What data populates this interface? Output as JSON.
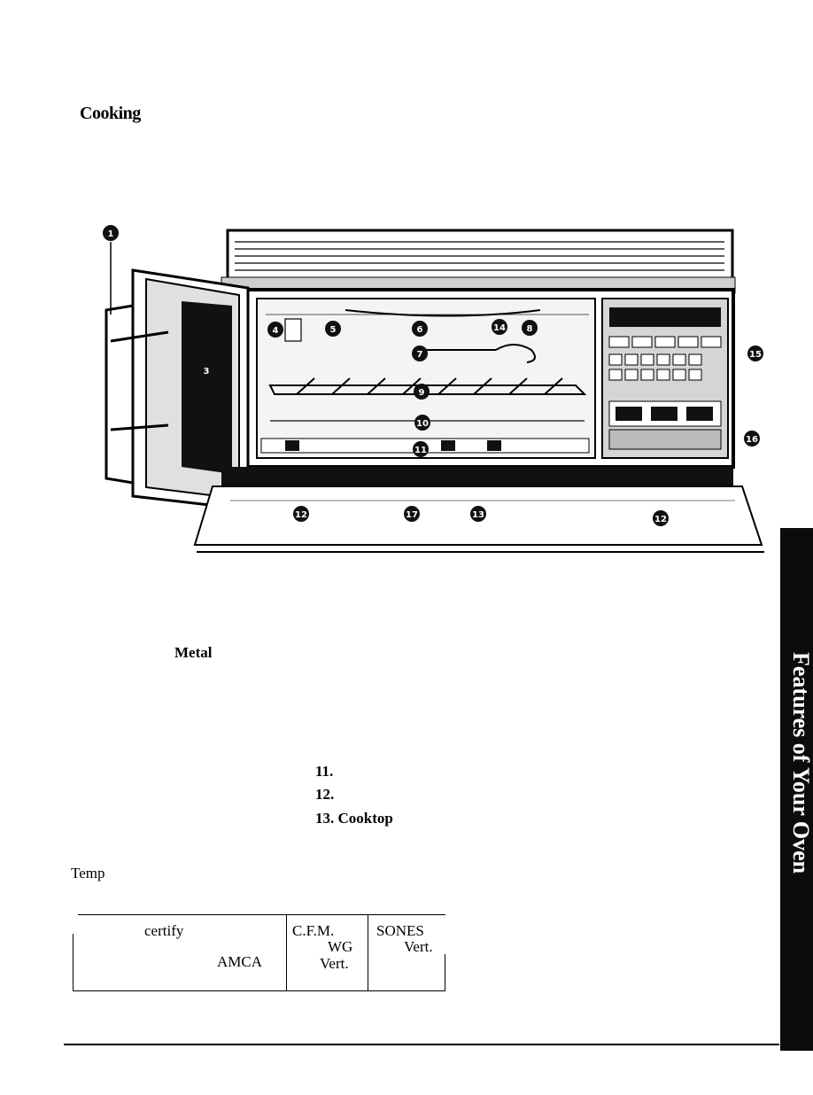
{
  "page": {
    "heading": "Cooking",
    "side_tab_text": "Features of Your Oven"
  },
  "figure": {
    "callouts": [
      "1",
      "3",
      "4",
      "5",
      "6",
      "7",
      "8",
      "9",
      "10",
      "11",
      "12",
      "17",
      "13",
      "12",
      "14",
      "15",
      "16"
    ]
  },
  "labels": {
    "metal": "Metal",
    "item_11": "11.",
    "item_12": "12.",
    "item_13": "13. Cooktop",
    "temp": "Temp"
  },
  "table": {
    "certify": "certify",
    "amca": "AMCA",
    "cfm": "C.F.M.",
    "wg": "WG",
    "cfm_vert": "Vert.",
    "sones": "SONES",
    "sones_vert": "Vert."
  },
  "colors": {
    "ink": "#000000",
    "tab": "#0b0b0b",
    "marker_fill": "#111111"
  }
}
